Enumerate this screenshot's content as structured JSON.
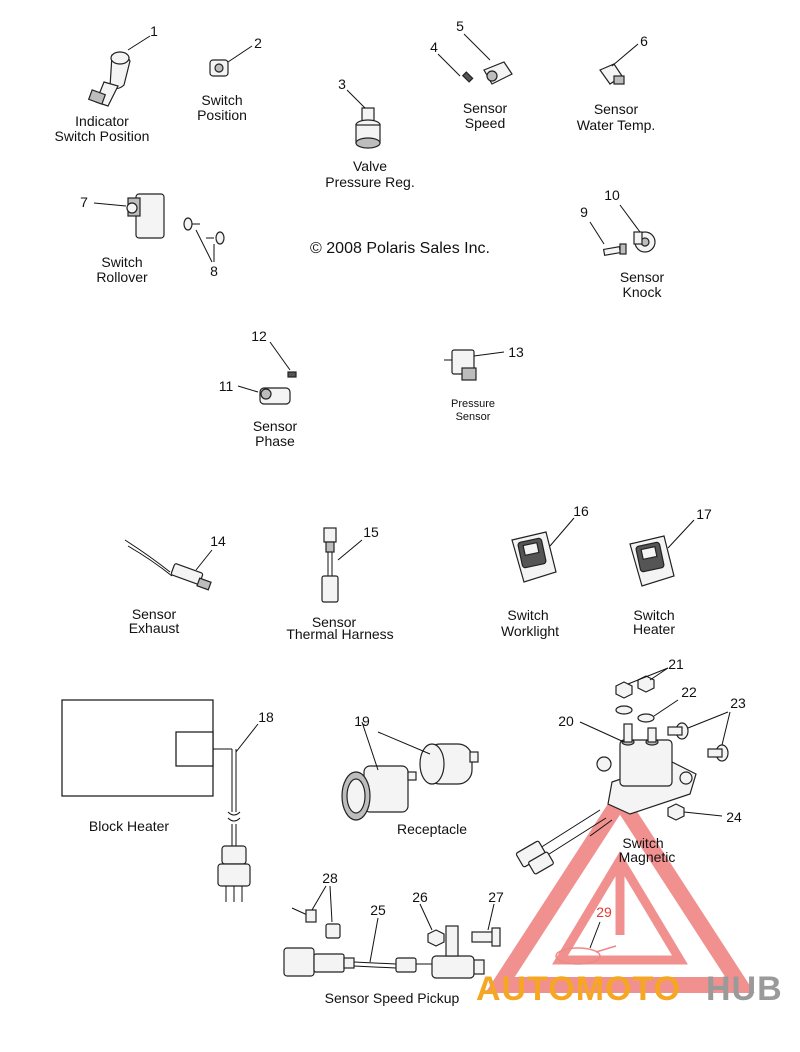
{
  "copyright": "© 2008 Polaris Sales Inc.",
  "parts": [
    {
      "number": "1",
      "label_lines": [
        "Indicator",
        "Switch Position"
      ]
    },
    {
      "number": "2",
      "label_lines": [
        "Switch",
        "Position"
      ]
    },
    {
      "number": "3",
      "label_lines": [
        "Valve",
        "Pressure Reg."
      ]
    },
    {
      "number": "4",
      "label_lines": []
    },
    {
      "number": "5",
      "label_lines": [
        "Sensor",
        "Speed"
      ]
    },
    {
      "number": "6",
      "label_lines": [
        "Sensor",
        "Water Temp."
      ]
    },
    {
      "number": "7",
      "label_lines": [
        "Switch",
        "Rollover"
      ]
    },
    {
      "number": "8",
      "label_lines": []
    },
    {
      "number": "9",
      "label_lines": []
    },
    {
      "number": "10",
      "label_lines": [
        "Sensor",
        "Knock"
      ]
    },
    {
      "number": "11",
      "label_lines": [
        "Sensor",
        "Phase"
      ]
    },
    {
      "number": "12",
      "label_lines": []
    },
    {
      "number": "13",
      "label_lines": [
        "Pressure",
        "Sensor"
      ]
    },
    {
      "number": "14",
      "label_lines": [
        "Sensor",
        "Exhaust"
      ]
    },
    {
      "number": "15",
      "label_lines": [
        "Sensor",
        "Thermal Harness"
      ]
    },
    {
      "number": "16",
      "label_lines": [
        "Switch",
        "Worklight"
      ]
    },
    {
      "number": "17",
      "label_lines": [
        "Switch",
        "Heater"
      ]
    },
    {
      "number": "18",
      "label_lines": [
        "Block Heater"
      ]
    },
    {
      "number": "19",
      "label_lines": [
        "Receptacle"
      ]
    },
    {
      "number": "20",
      "label_lines": [
        "Switch",
        "Magnetic"
      ]
    },
    {
      "number": "21",
      "label_lines": []
    },
    {
      "number": "22",
      "label_lines": []
    },
    {
      "number": "23",
      "label_lines": []
    },
    {
      "number": "24",
      "label_lines": []
    },
    {
      "number": "25",
      "label_lines": [
        "Sensor Speed Pickup"
      ]
    },
    {
      "number": "26",
      "label_lines": []
    },
    {
      "number": "27",
      "label_lines": []
    },
    {
      "number": "28",
      "label_lines": []
    },
    {
      "number": "29",
      "label_lines": []
    }
  ],
  "watermark": {
    "part1": "AUTOMOTO",
    "part2": "HUB",
    "color1": "#f5a623",
    "color2": "#9a9a9a",
    "logo_color": "#e53935"
  },
  "colors": {
    "line": "#111111",
    "background": "#ffffff"
  }
}
